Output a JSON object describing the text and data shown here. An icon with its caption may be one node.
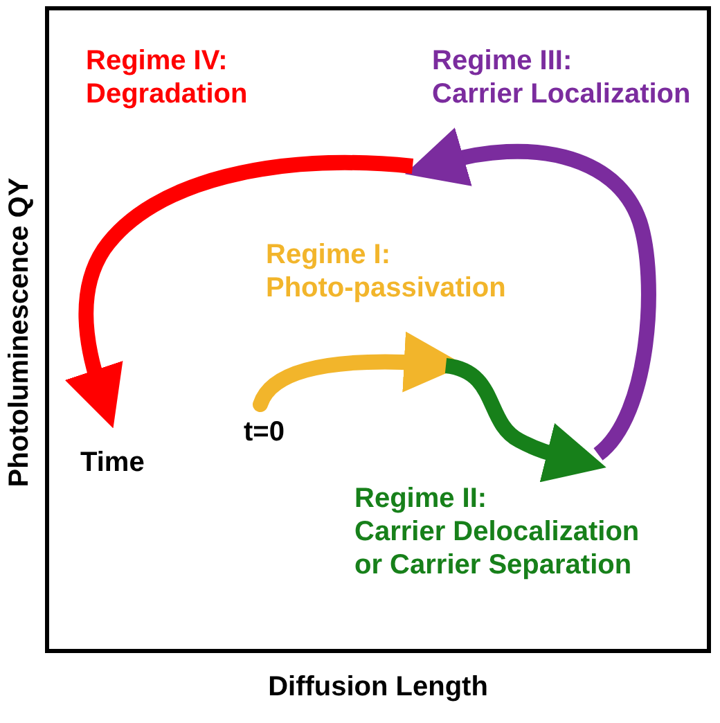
{
  "diagram": {
    "labels": [
      "Regime IV:",
      "Degradation",
      "Regime III:",
      "Carrier Localization",
      "Regime I:",
      "Photo-passivation",
      "t=0",
      "Time",
      "Regime II:",
      "Carrier Delocalization or Carrier Separation",
      "Photoluminescence QY",
      "Diffusion Length"
    ]
  }
}
